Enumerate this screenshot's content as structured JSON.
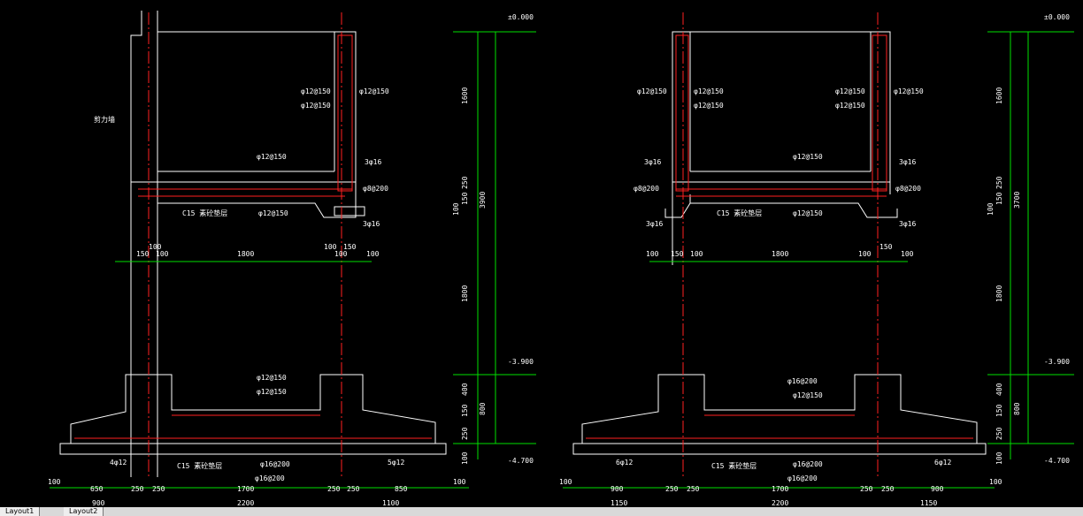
{
  "colors": {
    "background": "#000000",
    "outline": "#ffffff",
    "rebar": "#ff2020",
    "dimension": "#00e000",
    "centerline": "#ff2020"
  },
  "left": {
    "elev_top": "±0.000",
    "elev_mid": "-3.900",
    "elev_bot": "-4.700",
    "wall_label": "剪力墙",
    "rebar_1a": "φ12@150",
    "rebar_1b": "φ12@150",
    "rebar_1c": "φ12@150",
    "rebar_slab": "φ12@150",
    "rebar_3a": "3φ16",
    "rebar_8a": "φ8@200",
    "rebar_slab2": "φ12@150",
    "rebar_3b": "3φ16",
    "c15_top": "C15 素砼垫层",
    "dims_mid": [
      "150",
      "100",
      "1800",
      "100",
      "100",
      "150",
      "100"
    ],
    "dim_top_small": "100",
    "vdims": [
      "1600",
      "250",
      "150",
      "100",
      "3900",
      "1800",
      "400",
      "150",
      "800",
      "250",
      "100"
    ],
    "base_top": "φ12@150",
    "base_top2": "φ12@150",
    "base_l": "4φ12",
    "base_r": "5φ12",
    "c15_base": "C15 素砼垫层",
    "base_b1": "φ16@200",
    "base_b2": "φ16@200",
    "dims_bot": [
      "100",
      "650",
      "250",
      "250",
      "1700",
      "250",
      "250",
      "850",
      "100"
    ],
    "dims_total": [
      "900",
      "2200",
      "1100"
    ]
  },
  "right": {
    "elev_top": "±0.000",
    "elev_mid": "-3.900",
    "elev_bot": "-4.700",
    "rebar_l1": "φ12@150",
    "rebar_l2": "φ12@150",
    "rebar_l3": "φ12@150",
    "rebar_r1": "φ12@150",
    "rebar_r2": "φ12@150",
    "rebar_r3": "φ12@150",
    "rebar_slab": "φ12@150",
    "rebar_3l": "3φ16",
    "rebar_3r": "3φ16",
    "rebar_8l": "φ8@200",
    "rebar_8r": "φ8@200",
    "rebar_slab2": "φ12@150",
    "rebar_3lb": "3φ16",
    "rebar_3rb": "3φ16",
    "c15_top": "C15 素砼垫层",
    "dims_mid": [
      "100",
      "150",
      "100",
      "1800",
      "100",
      "150",
      "100"
    ],
    "vdims": [
      "1600",
      "250",
      "150",
      "100",
      "3700",
      "1800",
      "400",
      "150",
      "800",
      "250",
      "100"
    ],
    "base_top": "φ16@200",
    "base_top2": "φ12@150",
    "base_l": "6φ12",
    "base_r": "6φ12",
    "c15_base": "C15 素砼垫层",
    "base_b1": "φ16@200",
    "base_b2": "φ16@200",
    "dims_bot": [
      "100",
      "900",
      "250",
      "250",
      "1700",
      "250",
      "250",
      "900",
      "100"
    ],
    "dims_total": [
      "1150",
      "2200",
      "1150"
    ]
  },
  "tabs": [
    "Layout1",
    "Layout2"
  ]
}
